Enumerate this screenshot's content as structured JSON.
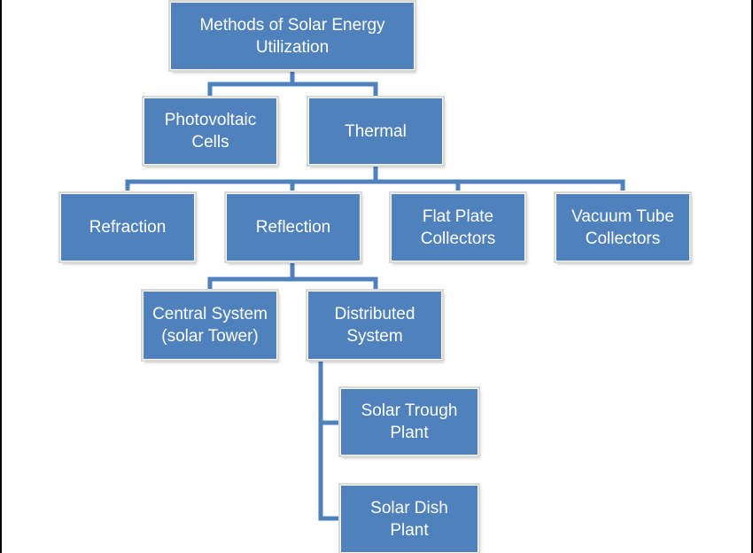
{
  "diagram": {
    "nodes": {
      "root": "Methods of Solar Energy\nUtilization",
      "photovoltaic": "Photovoltaic\nCells",
      "thermal": "Thermal",
      "refraction": "Refraction",
      "reflection": "Reflection",
      "flat_plate": "Flat Plate\nCollectors",
      "vacuum_tube": "Vacuum Tube\nCollectors",
      "central_system": "Central System\n(solar Tower)",
      "distributed_system": "Distributed\nSystem",
      "solar_trough": "Solar Trough\nPlant",
      "solar_dish": "Solar Dish\nPlant"
    },
    "colors": {
      "node_fill": "#4f81bd",
      "connector": "#4f81bd",
      "node_text": "#ffffff",
      "frame": "#000000"
    }
  }
}
